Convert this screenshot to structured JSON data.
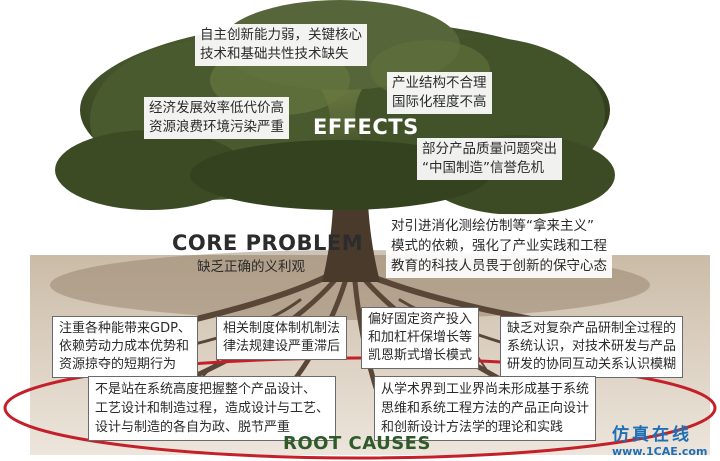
{
  "diagram": {
    "effects_title": "EFFECTS",
    "core_title": "CORE PROBLEM",
    "core_subtitle": "缺乏正确的义利观",
    "root_title": "ROOT CAUSES",
    "effects": [
      {
        "lines": [
          "自主创新能力弱，关键核心",
          "技术和基础共性技术缺失"
        ]
      },
      {
        "lines": [
          "产业结构不合理",
          "国际化程度不高"
        ]
      },
      {
        "lines": [
          "经济发展效率低代价高",
          "资源浪费环境污染严重"
        ]
      },
      {
        "lines": [
          "部分产品质量问题突出",
          "“中国制造”信誉危机"
        ]
      }
    ],
    "core_detail": {
      "lines": [
        "对引进消化测绘仿制等“拿来主义”",
        "模式的依赖，强化了产业实践和工程",
        "教育的科技人员畏于创新的保守心态"
      ]
    },
    "roots_upper": [
      {
        "lines": [
          "注重各种能带来GDP、",
          "依赖劳动力成本优势和",
          "资源掠夺的短期行为"
        ]
      },
      {
        "lines": [
          "相关制度体制机制法",
          "律法规建设严重滞后"
        ]
      },
      {
        "lines": [
          "偏好固定资产投入",
          "和加杠杆保增长等",
          "凯恩斯式增长模式"
        ]
      },
      {
        "lines": [
          "缺乏对复杂产品研制全过程的",
          "系统认识，对技术研发与产品",
          "研发的协同互动关系认识模糊"
        ]
      }
    ],
    "roots_lower": [
      {
        "lines": [
          "不是站在系统高度把握整个产品设计、",
          "工艺设计和制造过程，造成设计与工艺、",
          "设计与制造的各自为政、脱节严重"
        ]
      },
      {
        "lines": [
          "从学术界到工业界尚未形成基于系统",
          "思维和系统工程方法的产品正向设计",
          "和创新设计方法学的理论和实践"
        ]
      }
    ]
  },
  "watermark": {
    "cn": "仿真在线",
    "url": "www.1CAE.com"
  },
  "colors": {
    "title": "#2c2c2c",
    "effects_title": "#ffffff",
    "root_title": "#2f5b2a",
    "ellipse": "#c4202a",
    "foliage": "#3f4f27",
    "trunk": "#4a3a2c",
    "watermark": "#1f6fb5"
  }
}
